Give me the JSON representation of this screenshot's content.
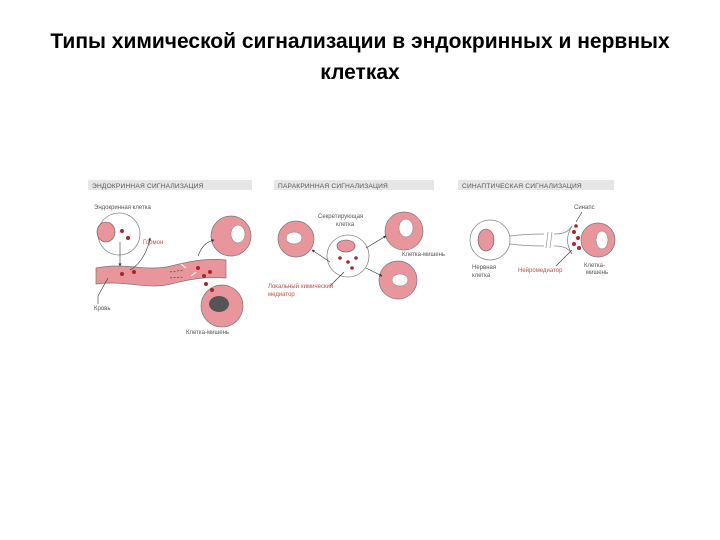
{
  "slide": {
    "title": "Типы химической сигнализации в эндокринных и нервных клетках"
  },
  "figure": {
    "panels": {
      "endocrine": {
        "header": "ЭНДОКРИННАЯ СИГНАЛИЗАЦИЯ",
        "labels": {
          "secreting_cell": "Эндокринная клетка",
          "hormone": "Гормон",
          "blood": "Кровь",
          "target_cell": "Клетка-мишень"
        }
      },
      "paracrine": {
        "header": "ПАРАКРИННАЯ СИГНАЛИЗАЦИЯ",
        "labels": {
          "secreting_cell_line1": "Секретирующая",
          "secreting_cell_line2": "клетка",
          "target_cell": "Клетка-мишень",
          "mediator_line1": "Локальный химический",
          "mediator_line2": "медиатор"
        }
      },
      "synaptic": {
        "header": "СИНАПТИЧЕСКАЯ СИГНАЛИЗАЦИЯ",
        "labels": {
          "synapse": "Синапс",
          "target_cell_line1": "Клетка-",
          "target_cell_line2": "мишень",
          "nerve_cell_line1": "Нервная",
          "nerve_cell_line2": "клетка",
          "neurotransmitter": "Нейромедиатор"
        }
      }
    },
    "colors": {
      "cell_fill": "#e8969b",
      "nucleus": "#ffffff",
      "signal_dot": "#a8242f",
      "outline": "#777777",
      "accent_text": "#c0504d"
    }
  }
}
